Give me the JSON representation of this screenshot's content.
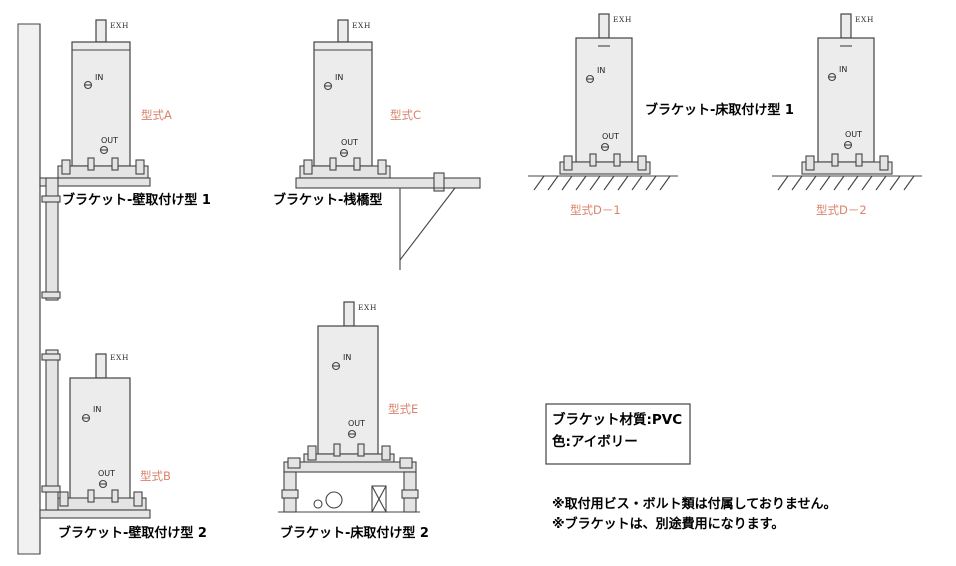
{
  "units": [
    {
      "id": "A",
      "exh": "EXH",
      "in": "IN",
      "out": "OUT",
      "type": "型式A",
      "caption": "ブラケット-壁取付け型 1"
    },
    {
      "id": "C",
      "exh": "EXH",
      "in": "IN",
      "out": "OUT",
      "type": "型式C",
      "caption": "ブラケット-桟橋型"
    },
    {
      "id": "D1",
      "exh": "EXH",
      "in": "IN",
      "out": "OUT",
      "type": "型式D－1",
      "caption": "ブラケット-床取付け型 1"
    },
    {
      "id": "D2",
      "exh": "EXH",
      "in": "IN",
      "out": "OUT",
      "type": "型式D－2",
      "caption": ""
    },
    {
      "id": "B",
      "exh": "EXH",
      "in": "IN",
      "out": "OUT",
      "type": "型式B",
      "caption": "ブラケット-壁取付け型 2"
    },
    {
      "id": "E",
      "exh": "EXH",
      "in": "IN",
      "out": "OUT",
      "type": "型式E",
      "caption": "ブラケット-床取付け型 2"
    }
  ],
  "material_box": {
    "line1": "ブラケット材質:PVC",
    "line2": "色:アイボリー"
  },
  "notes": [
    "※取付用ビス・ボルト類は付属しておりません。",
    "※ブラケットは、別途費用になります。"
  ],
  "colors": {
    "type_label": "#d9826a",
    "line": "#444444",
    "tank_fill": "#ececec"
  }
}
